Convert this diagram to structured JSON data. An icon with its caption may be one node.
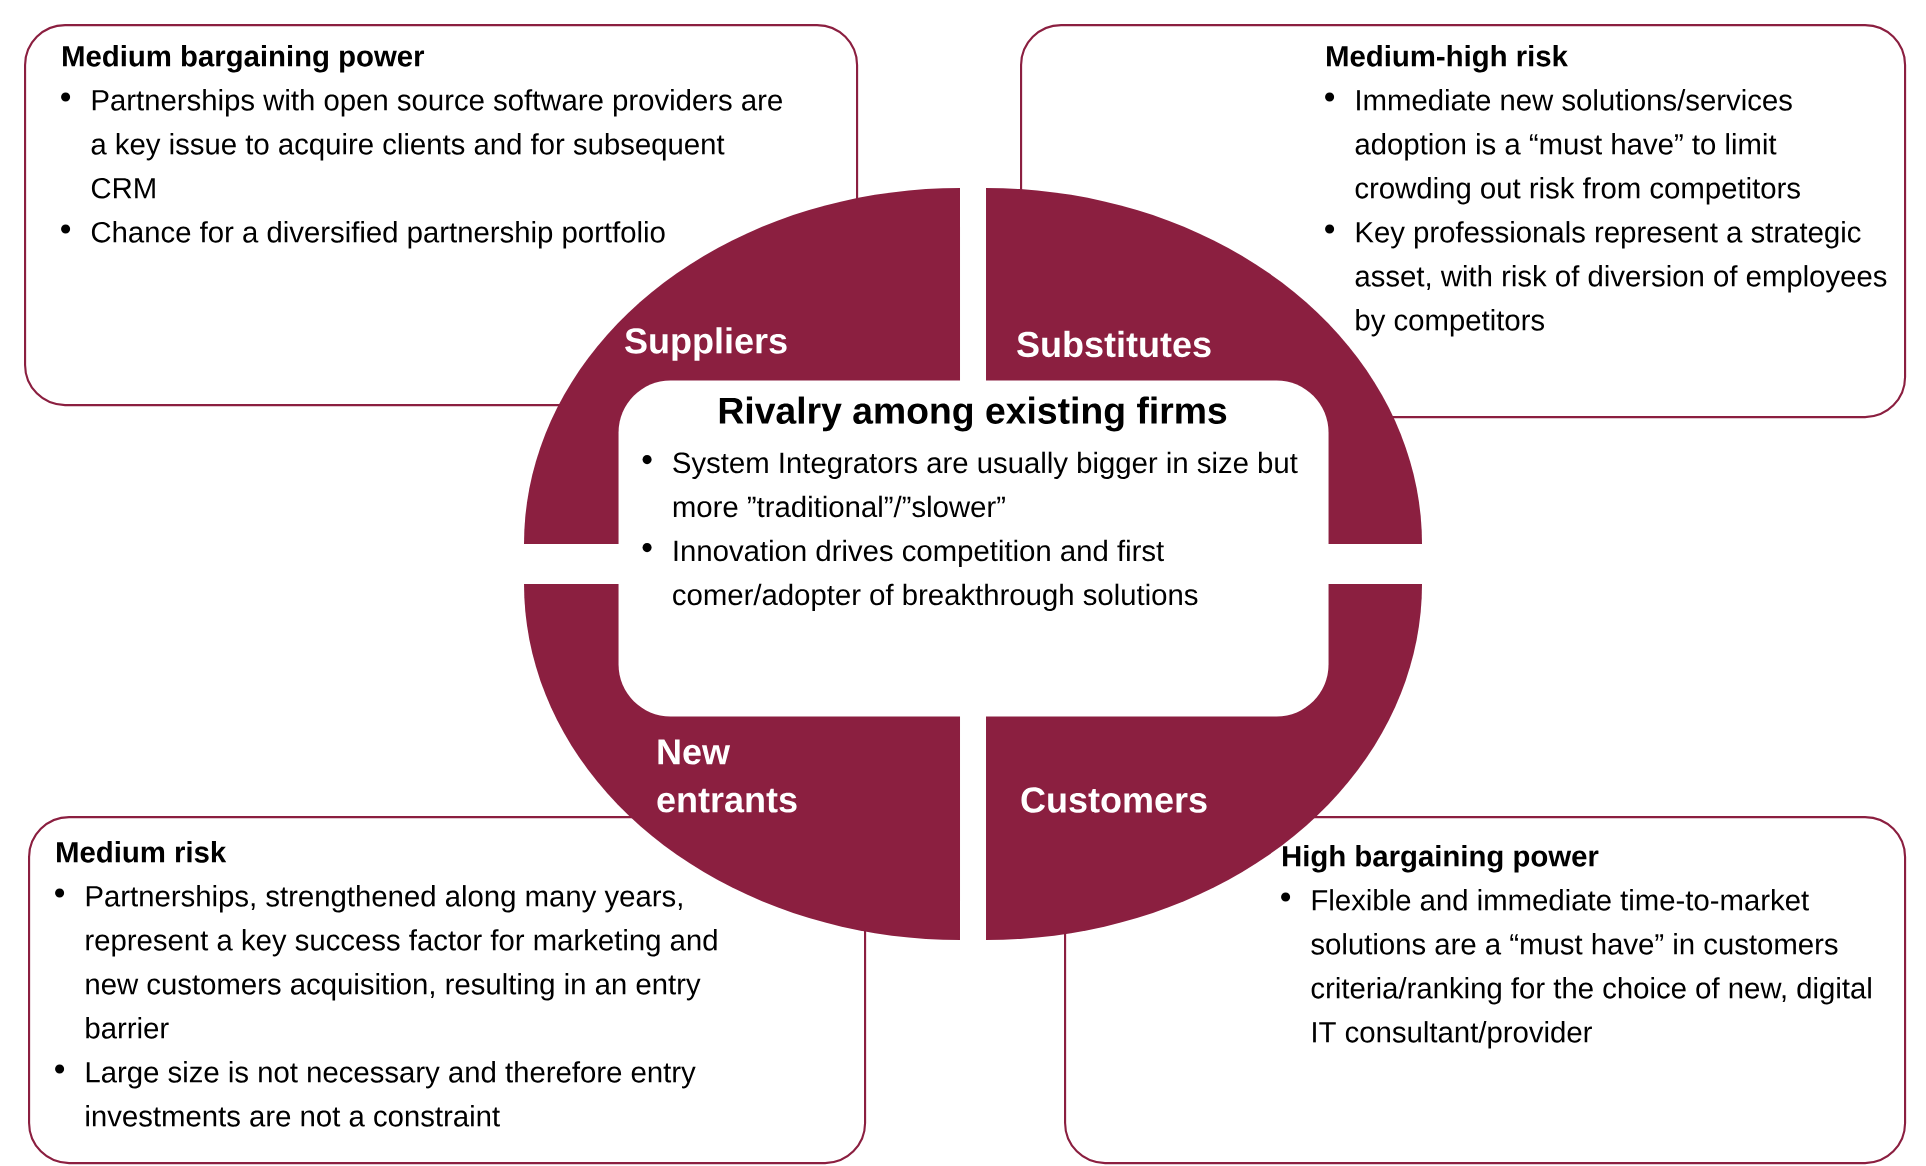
{
  "diagram": {
    "nodes": [
      {
        "text": [
          "Medium bargaining power",
          "Partnerships with open source software providers are a key issue to acquire clients and for subsequent CRM",
          "Chance for a diversified partnership portfolio"
        ]
      },
      {
        "text": [
          "Medium-high risk",
          "Immediate new solutions/services adoption is a “must have” to limit crowding out risk from competitors",
          "Key professionals represent a strategic asset, with risk of diversion of employees by competitors"
        ]
      },
      {
        "text": [
          "Suppliers"
        ]
      },
      {
        "text": [
          "Substitutes"
        ]
      },
      {
        "text": [
          "Rivalry among existing firms",
          "System Integrators are usually bigger in size but more ”traditional”/”slower”",
          "Innovation drives competition and first comer/adopter of breakthrough solutions"
        ]
      },
      {
        "text": [
          "New entrants"
        ]
      },
      {
        "text": [
          "Customers"
        ]
      },
      {
        "text": [
          "Medium risk",
          "Partnerships, strengthened along many years, represent a key success factor for marketing and new customers acquisition, resulting in an entry barrier",
          "Large size is not necessary and therefore entry investments are not a constraint"
        ]
      },
      {
        "text": [
          "High bargaining power",
          "Flexible and immediate time-to-market solutions are a “must have” in customers criteria/ranking for the choice of new, digital IT consultant/provider"
        ]
      }
    ],
    "edges": []
  }
}
